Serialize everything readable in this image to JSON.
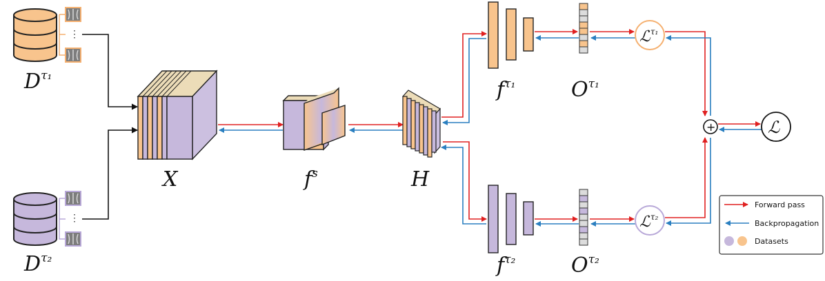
{
  "labels": {
    "dataset1": "D",
    "dataset1_sup": "τ₁",
    "dataset2": "D",
    "dataset2_sup": "τ₂",
    "input": "X",
    "shared_encoder": "f",
    "shared_encoder_sup": "s",
    "hidden": "H",
    "head1": "f",
    "head1_sup": "τ₁",
    "head2": "f",
    "head2_sup": "τ₂",
    "output1": "O",
    "output1_sup": "τ₁",
    "output2": "O",
    "output2_sup": "τ₂",
    "loss1": "ℒ",
    "loss1_sup": "τ₁",
    "loss2": "ℒ",
    "loss2_sup": "τ₂",
    "total_loss": "ℒ",
    "sum_symbol": "+",
    "ellipsis": "⋮"
  },
  "legend": {
    "forward": "Forward pass",
    "backward": "Backpropagation",
    "datasets": "Datasets"
  },
  "colors": {
    "orange": "#f8c48d",
    "orange_stroke": "#e8a060",
    "purple": "#c6b8dc",
    "purple_stroke": "#8f7fb0",
    "forward": "#e02020",
    "backward": "#2a7fc0",
    "gray_cell": "#dcdcdc"
  },
  "icons": [
    "database-icon",
    "xray-thumbnail-icon",
    "sum-node-icon"
  ]
}
